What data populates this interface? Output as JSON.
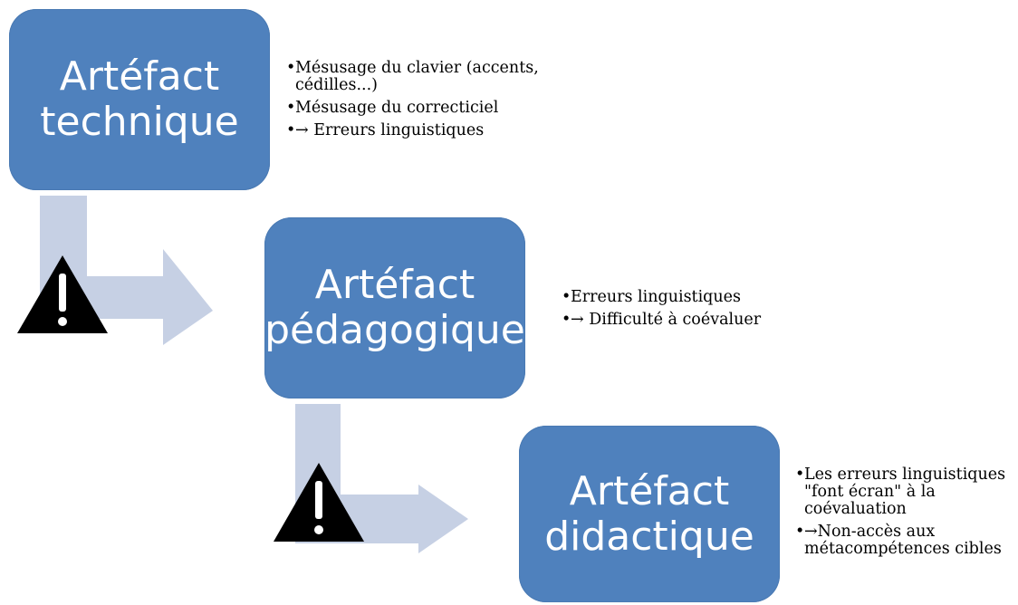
{
  "colors": {
    "box_fill": "#4f81bd",
    "arrow_fill": "#c6d0e4",
    "warning_fill": "#000000",
    "warning_mark": "#ffffff",
    "box_text": "#ffffff"
  },
  "icons": {
    "warning": "warning-triangle-icon"
  },
  "steps": [
    {
      "title_line1": "Artéfact",
      "title_line2": "technique",
      "bullets": [
        "Mésusage du clavier (accents, cédilles...)",
        "Mésusage du correcticiel",
        "→ Erreurs linguistiques"
      ]
    },
    {
      "title_line1": "Artéfact",
      "title_line2": "pédagogique",
      "bullets": [
        "Erreurs linguistiques",
        "→ Difficulté à coévaluer"
      ]
    },
    {
      "title_line1": "Artéfact",
      "title_line2": "didactique",
      "bullets": [
        "Les erreurs linguistiques \"font écran\" à la coévaluation",
        "→Non-accès aux métacompétences cibles"
      ]
    }
  ]
}
